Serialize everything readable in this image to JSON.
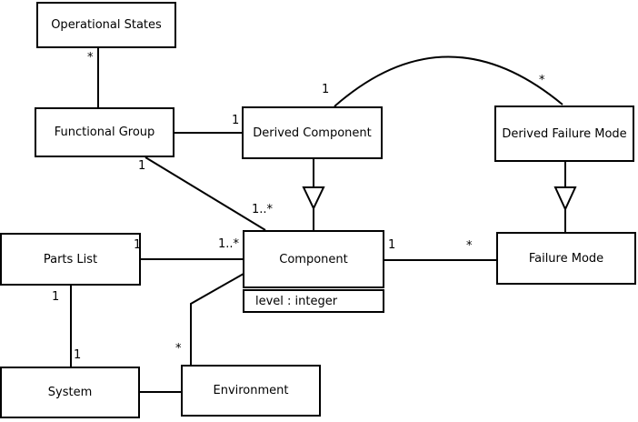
{
  "diagram": {
    "type": "uml-class-diagram",
    "classes": {
      "operational_states": {
        "name": "Operational States"
      },
      "functional_group": {
        "name": "Functional Group"
      },
      "derived_component": {
        "name": "Derived Component"
      },
      "derived_failure_mode": {
        "name": "Derived Failure Mode"
      },
      "parts_list": {
        "name": "Parts List"
      },
      "component": {
        "name": "Component",
        "attribute": "level : integer"
      },
      "failure_mode": {
        "name": "Failure Mode"
      },
      "system": {
        "name": "System"
      },
      "environment": {
        "name": "Environment"
      }
    },
    "multiplicities": {
      "operational_states_end": "*",
      "functional_group_diagonal_end": "1",
      "component_diagonal_end": "1..*",
      "derived_component_line_end": "1",
      "derived_component_arc_end": "1",
      "derived_failure_mode_arc_end": "*",
      "parts_list_line_end": "1",
      "component_parts_list_end": "1..*",
      "component_failure_line_end": "1",
      "failure_mode_line_end": "*",
      "parts_list_system_end": "1",
      "system_line_end": "1",
      "environment_line_end": "*"
    },
    "relationships": [
      {
        "from": "Functional Group",
        "to": "Operational States",
        "type": "association",
        "to_label": "*"
      },
      {
        "from": "Functional Group",
        "to": "Derived Component",
        "type": "association",
        "to_label": "1"
      },
      {
        "from": "Functional Group",
        "to": "Component",
        "type": "association",
        "from_label": "1",
        "to_label": "1..*"
      },
      {
        "from": "Derived Component",
        "to": "Derived Failure Mode",
        "type": "association",
        "from_label": "1",
        "to_label": "*"
      },
      {
        "from": "Parts List",
        "to": "Component",
        "type": "association",
        "from_label": "1",
        "to_label": "1..*"
      },
      {
        "from": "Component",
        "to": "Failure Mode",
        "type": "association",
        "from_label": "1",
        "to_label": "*"
      },
      {
        "from": "Parts List",
        "to": "System",
        "type": "association",
        "from_label": "1",
        "to_label": "1"
      },
      {
        "from": "Environment",
        "to": "Component",
        "type": "association",
        "from_label": "*"
      },
      {
        "from": "System",
        "to": "Environment",
        "type": "association"
      },
      {
        "from": "Derived Component",
        "to": "Component",
        "type": "generalization"
      },
      {
        "from": "Derived Failure Mode",
        "to": "Failure Mode",
        "type": "generalization"
      }
    ]
  },
  "colors": {
    "line": "#000000",
    "text": "#000000",
    "box_fill": "#ffffff",
    "background": "#ffffff"
  }
}
